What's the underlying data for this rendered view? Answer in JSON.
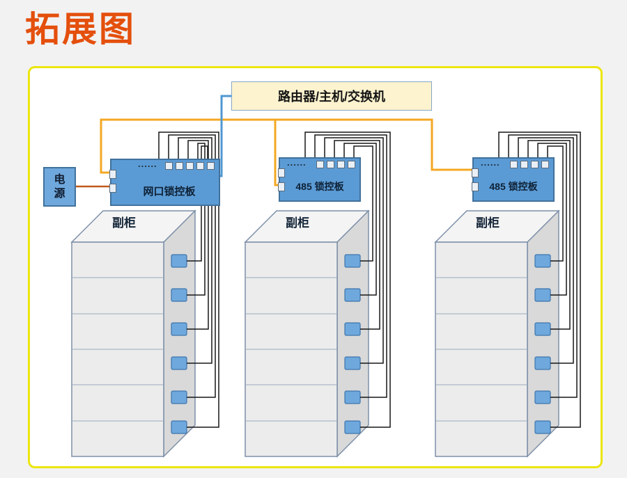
{
  "title": "拓展图",
  "diagram": {
    "router_box": {
      "label": "路由器/主机/交换机"
    },
    "power_box": {
      "label": "电源"
    },
    "boards": [
      {
        "label": "网口锁控板",
        "dots": "......"
      },
      {
        "label": "485 锁控板",
        "dots": "......"
      },
      {
        "label": "485 锁控板",
        "dots": "......"
      }
    ],
    "cabinets": [
      {
        "label": "副柜",
        "rows": 6,
        "locks": 6
      },
      {
        "label": "副柜",
        "rows": 6,
        "locks": 6
      },
      {
        "label": "副柜",
        "rows": 6,
        "locks": 6
      }
    ],
    "colors": {
      "title_text": "#e44f0c",
      "canvas_border": "#ece60e",
      "board_fill": "#5b9bd5",
      "lock_fill": "#6fa8dc",
      "network_cable": "#4f97d0",
      "bus_cable": "#f4a823",
      "power_cable": "#c0591a",
      "lock_wiring": "#161616"
    }
  }
}
